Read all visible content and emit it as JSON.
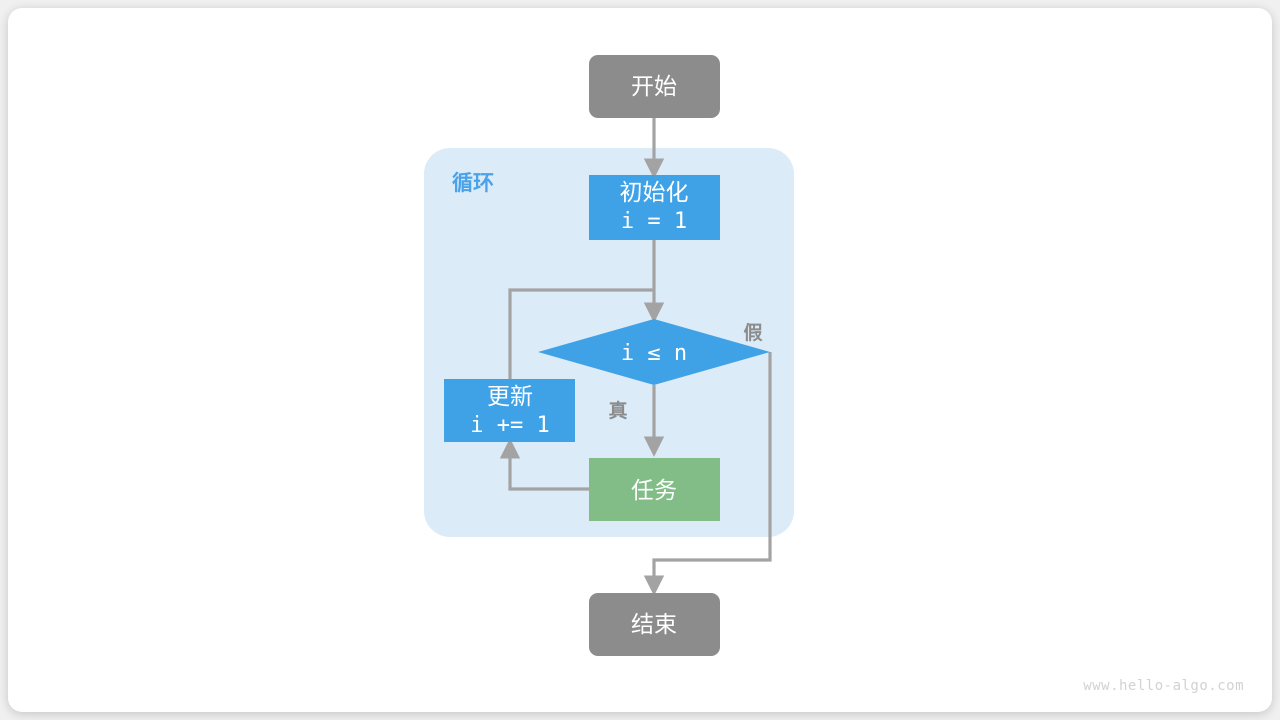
{
  "diagram": {
    "type": "flowchart",
    "title": "for-loop flowchart",
    "watermark": "www.hello-algo.com",
    "colors": {
      "terminator": "#8c8c8c",
      "process_blue": "#3FA2E6",
      "decision_blue": "#3FA2E6",
      "task_green": "#82BD87",
      "group_fill": "#DCEBF8",
      "group_label": "#4AA3EA",
      "edge": "#A3A3A3",
      "text_on_node": "#ffffff",
      "watermark_text": "#d2d2d2",
      "page_background": "#ffffff",
      "outer_background": "#f0f0f0"
    },
    "group": {
      "label": "循环"
    },
    "nodes": [
      {
        "id": "start",
        "shape": "stadium",
        "label": "开始",
        "sub": "",
        "color": "#8c8c8c"
      },
      {
        "id": "init",
        "shape": "rectangle",
        "label": "初始化",
        "sub": "i = 1",
        "color": "#3FA2E6"
      },
      {
        "id": "cond",
        "shape": "diamond",
        "label": "i ≤ n",
        "sub": "",
        "color": "#3FA2E6"
      },
      {
        "id": "update",
        "shape": "rectangle",
        "label": "更新",
        "sub": "i += 1",
        "color": "#3FA2E6"
      },
      {
        "id": "task",
        "shape": "rectangle",
        "label": "任务",
        "sub": "",
        "color": "#82BD87"
      },
      {
        "id": "end",
        "shape": "stadium",
        "label": "结束",
        "sub": "",
        "color": "#8c8c8c"
      }
    ],
    "edges": [
      {
        "id": "start-init",
        "from": "start",
        "to": "init",
        "label": ""
      },
      {
        "id": "init-cond",
        "from": "init",
        "to": "cond",
        "label": ""
      },
      {
        "id": "cond-task",
        "from": "cond",
        "to": "task",
        "label": "真"
      },
      {
        "id": "cond-end",
        "from": "cond",
        "to": "end",
        "label": "假"
      },
      {
        "id": "task-update",
        "from": "task",
        "to": "update",
        "label": ""
      },
      {
        "id": "update-cond",
        "from": "update",
        "to": "cond",
        "label": ""
      }
    ]
  }
}
